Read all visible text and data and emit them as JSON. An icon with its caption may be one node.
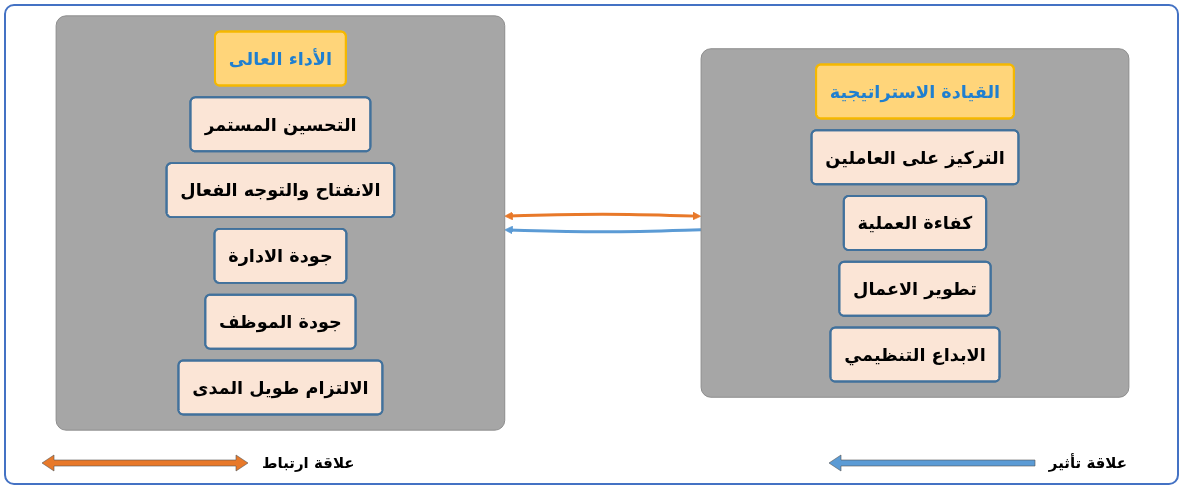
{
  "diagram": {
    "nodes": [
      {
        "text": [],
        "shape": "box"
      },
      {
        "text": [
          "القيادة الاستراتيجية"
        ],
        "in": 0
      },
      {
        "text": [
          "التركيز على العاملين"
        ],
        "in": 0
      },
      {
        "text": [
          "كفاءة العملية"
        ],
        "in": 0
      },
      {
        "text": [
          "تطوير الاعمال"
        ],
        "in": 0
      },
      {
        "text": [
          "الابداع التنظيمي"
        ],
        "in": 0
      },
      {
        "text": [],
        "shape": "box"
      },
      {
        "text": [
          "الأداء العالى"
        ],
        "in": 6
      },
      {
        "text": [
          "التحسين المستمر"
        ],
        "in": 6
      },
      {
        "text": [
          "الانفتاح والتوجه الفعال"
        ],
        "in": 6
      },
      {
        "text": [
          "جودة الادارة"
        ],
        "in": 6
      },
      {
        "text": [
          "جودة الموظف"
        ],
        "in": 6
      },
      {
        "text": [
          "الالتزام طويل المدى"
        ],
        "in": 6
      }
    ],
    "edges": [
      {
        "from": 0,
        "to": 6,
        "arrow": "both",
        "color": "#e8792a"
      },
      {
        "from": 0,
        "to": 6,
        "arrow": "to",
        "color": "#5b9bd5"
      }
    ],
    "legend": [
      {
        "text": "علاقة تأثير"
      },
      {
        "text": "علاقة ارتباط"
      }
    ]
  }
}
